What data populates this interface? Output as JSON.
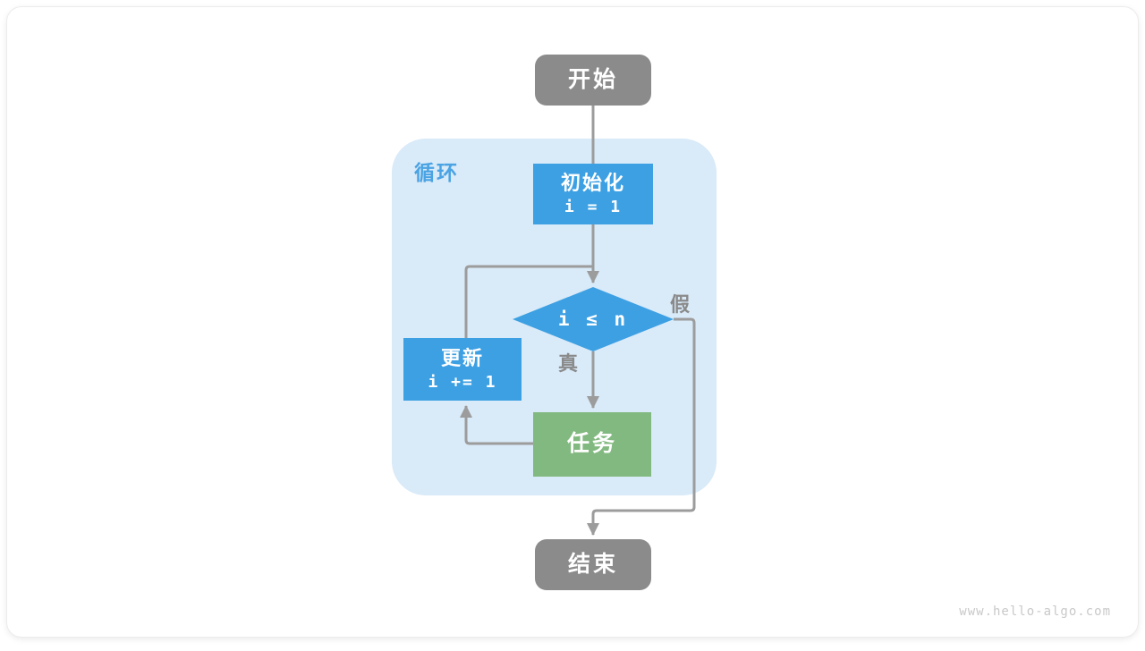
{
  "page": {
    "watermark": "www.hello-algo.com"
  },
  "diagram": {
    "container_label": "循环",
    "nodes": {
      "start": {
        "label": "开始",
        "type": "terminal"
      },
      "init": {
        "label": "初始化",
        "code": "i = 1",
        "type": "process"
      },
      "cond": {
        "code": "i ≤ n",
        "type": "decision"
      },
      "update": {
        "label": "更新",
        "code": "i += 1",
        "type": "process"
      },
      "task": {
        "label": "任务",
        "type": "process"
      },
      "end": {
        "label": "结束",
        "type": "terminal"
      }
    },
    "edge_labels": {
      "true": "真",
      "false": "假"
    },
    "colors": {
      "terminal": "#8B8B8B",
      "process_blue": "#3DA0E3",
      "process_green": "#82B980",
      "container_bg": "#D9EAF8",
      "container_label": "#4AA3E3",
      "line": "#9C9C9C",
      "edge_label": "#8A8A8A",
      "watermark": "#C9C9C9"
    }
  }
}
